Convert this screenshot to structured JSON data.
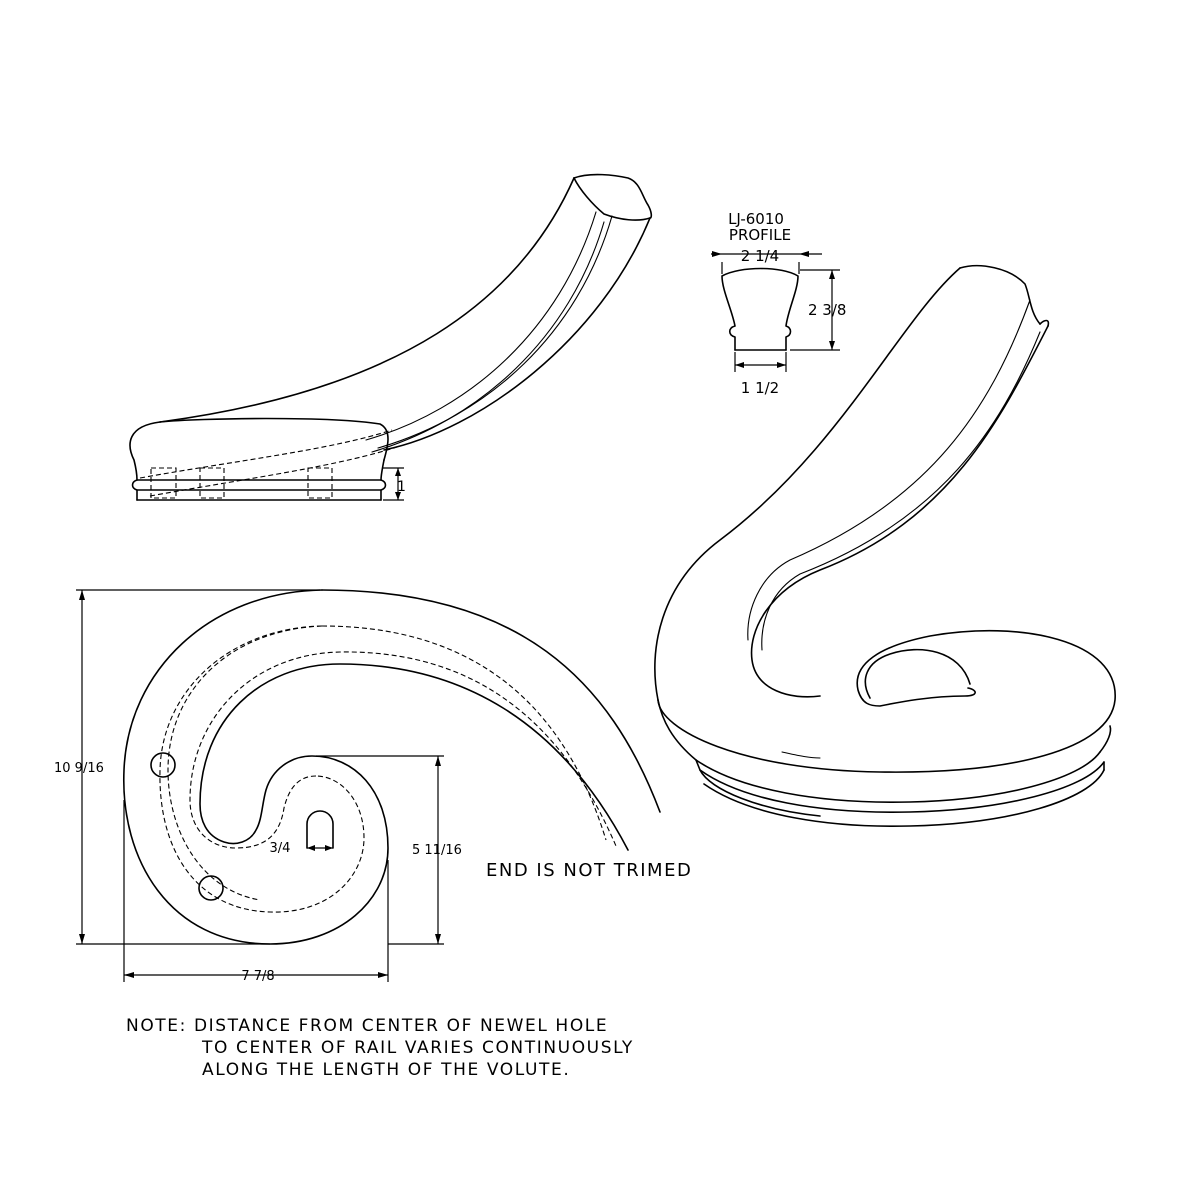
{
  "profile": {
    "part_number": "LJ-6010",
    "label": "PROFILE",
    "top_width": "2 1/4",
    "height": "2 3/8",
    "bottom_width": "1 1/2"
  },
  "side_view": {
    "base_height": "1"
  },
  "plan_view": {
    "overall_height": "10 9/16",
    "overall_width": "7 7/8",
    "scroll_height": "5 11/16",
    "newel_hole": "3/4"
  },
  "end_note": "END IS NOT TRIMED",
  "note": {
    "line1": "NOTE: DISTANCE FROM CENTER OF NEWEL HOLE",
    "line2": "TO CENTER OF RAIL VARIES CONTINUOUSLY",
    "line3": "ALONG THE LENGTH OF THE VOLUTE."
  }
}
